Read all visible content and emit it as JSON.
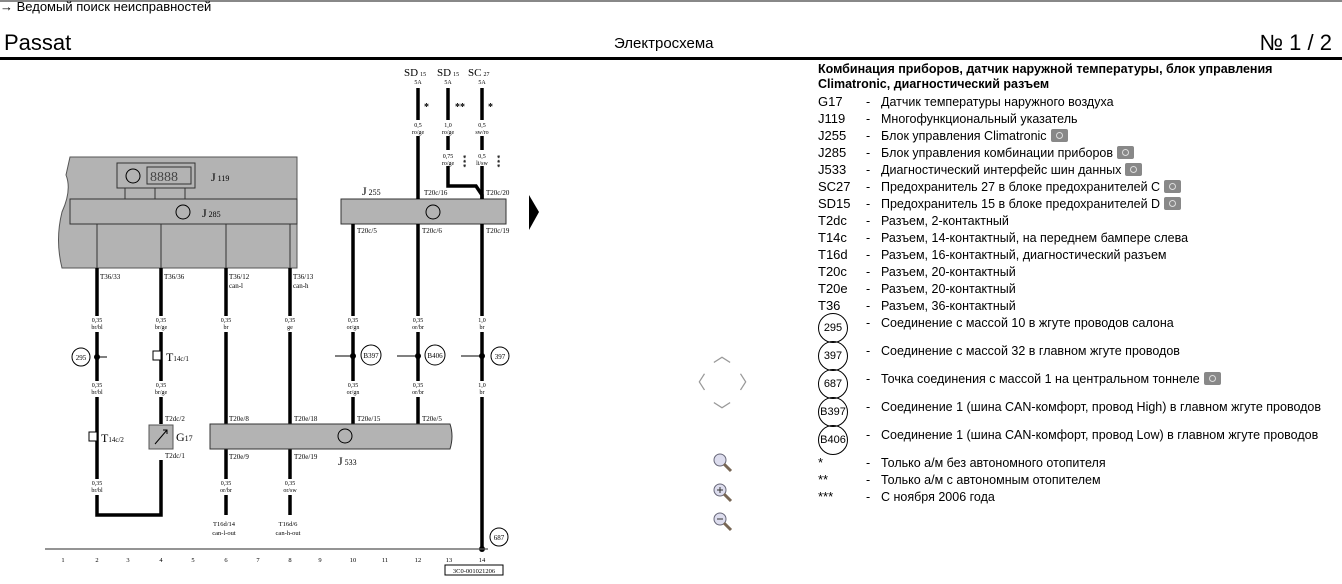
{
  "breadcrumb": "→ Ведомый поиск неисправностей",
  "header": {
    "title": "Passat",
    "center": "Электросхема",
    "page": "№  1 / 2"
  },
  "diagram": {
    "fuses": [
      {
        "name": "SD",
        "sub": "15",
        "rating": "5A"
      },
      {
        "name": "SD",
        "sub": "15",
        "rating": "5A"
      },
      {
        "name": "SC",
        "sub": "27",
        "rating": "5A"
      }
    ],
    "stars": [
      "*",
      "**",
      "*",
      "***",
      "***"
    ],
    "top_wires": [
      {
        "g": "0,5",
        "c": "ro/ge"
      },
      {
        "g": "1,0",
        "c": "ro/ge"
      },
      {
        "g": "0,5",
        "c": "sw/ro"
      },
      {
        "g": "0,75",
        "c": "ro/ge"
      },
      {
        "g": "0,5",
        "c": "li/sw"
      }
    ],
    "components": {
      "J119": {
        "n": "J",
        "s": "119"
      },
      "J285": {
        "n": "J",
        "s": "285"
      },
      "J255": {
        "n": "J",
        "s": "255"
      },
      "J533": {
        "n": "J",
        "s": "533"
      },
      "G17": {
        "n": "G",
        "s": "17"
      }
    },
    "display": "8888",
    "pins": {
      "t20c16": "T20c/16",
      "t20c20": "T20c/20",
      "t20c5": "T20c/5",
      "t20c6": "T20c/6",
      "t20c19": "T20c/19",
      "t36_33": "T36/33",
      "t36_36": "T36/36",
      "t36_12": "T36/12",
      "t36_13": "T36/13",
      "canl": "can-l",
      "canh": "can-h",
      "t2dc2": "T2dc/2",
      "t2dc1": "T2dc/1",
      "t20e8": "T20e/8",
      "t20e18": "T20e/18",
      "t20e15": "T20e/15",
      "t20e5": "T20e/5",
      "t20e9": "T20e/9",
      "t20e19": "T20e/19",
      "t16d14": "T16d/14",
      "t16d6": "T16d/6",
      "canlout": "can-l-out",
      "canhout": "can-h-out",
      "t14c1": {
        "n": "T",
        "s": "14c/1"
      },
      "t14c2": {
        "n": "T",
        "s": "14c/2"
      }
    },
    "wires1": [
      {
        "g": "0,35",
        "c": "br/bl"
      },
      {
        "g": "0,35",
        "c": "br/ge"
      },
      {
        "g": "0,35",
        "c": "br"
      },
      {
        "g": "0,35",
        "c": "ge"
      },
      {
        "g": "0,35",
        "c": "or/gn"
      },
      {
        "g": "0,35",
        "c": "or/br"
      },
      {
        "g": "1,0",
        "c": "br"
      }
    ],
    "wires2": [
      {
        "g": "0,35",
        "c": "br/bl"
      },
      {
        "g": "0,35",
        "c": "br/ge"
      },
      {
        "g": "0,35",
        "c": "or/gn"
      },
      {
        "g": "0,35",
        "c": "or/br"
      },
      {
        "g": "1,0",
        "c": "br"
      }
    ],
    "wires3": [
      {
        "g": "0,35",
        "c": "br/bl"
      },
      {
        "g": "0,35",
        "c": "or/br"
      },
      {
        "g": "0,35",
        "c": "or/sw"
      }
    ],
    "grounds": {
      "g295": "295",
      "b397": "B397",
      "b406": "B406",
      "g397": "397",
      "g687": "687"
    },
    "columns": [
      "1",
      "2",
      "3",
      "4",
      "5",
      "6",
      "7",
      "8",
      "9",
      "10",
      "11",
      "12",
      "13",
      "14"
    ],
    "doc_id": "3C0-001021206"
  },
  "legend": {
    "title": "Комбинация приборов, датчик наружной температуры, блок управления Climatronic, диагностический разъем",
    "items": [
      {
        "code": "G17",
        "text": "Датчик температуры наружного воздуха"
      },
      {
        "code": "J119",
        "text": "Многофункциональный указатель"
      },
      {
        "code": "J255",
        "text": "Блок управления Climatronic",
        "photo": true
      },
      {
        "code": "J285",
        "text": "Блок управления комбинации приборов",
        "photo": true
      },
      {
        "code": "J533",
        "text": "Диагностический интерфейс шин данных",
        "photo": true
      },
      {
        "code": "SC27",
        "text": "Предохранитель 27 в блоке предохранителей C",
        "photo": true
      },
      {
        "code": "SD15",
        "text": "Предохранитель 15 в блоке предохранителей D",
        "photo": true
      },
      {
        "code": "T2dc",
        "text": "Разъем, 2-контактный"
      },
      {
        "code": "T14c",
        "text": "Разъем, 14-контактный, на переднем бампере слева"
      },
      {
        "code": "T16d",
        "text": "Разъем, 16-контактный, диагностический разъем"
      },
      {
        "code": "T20c",
        "text": "Разъем, 20-контактный"
      },
      {
        "code": "T20e",
        "text": "Разъем, 20-контактный"
      },
      {
        "code": "T36",
        "text": "Разъем, 36-контактный"
      },
      {
        "code": "295",
        "circle": true,
        "text": "Соединение с массой 10 в жгуте проводов салона"
      },
      {
        "code": "397",
        "circle": true,
        "text": "Соединение с массой 32 в главном жгуте проводов"
      },
      {
        "code": "687",
        "circle": true,
        "text": "Точка соединения с массой 1 на центральном тоннеле",
        "photo": true
      },
      {
        "code": "B397",
        "circle": true,
        "text": "Соединение 1 (шина CAN-комфорт, провод High) в главном жгуте проводов"
      },
      {
        "code": "B406",
        "circle": true,
        "text": "Соединение 1 (шина CAN-комфорт, провод Low) в главном жгуте проводов"
      },
      {
        "code": "*",
        "text": "Только а/м без автономного отопителя"
      },
      {
        "code": "**",
        "text": "Только а/м с автономным отопителем"
      },
      {
        "code": "***",
        "text": "С ноября 2006 года"
      }
    ]
  },
  "nav": {
    "up": "︿",
    "down": "﹀",
    "left": "〈",
    "right": "〉"
  }
}
